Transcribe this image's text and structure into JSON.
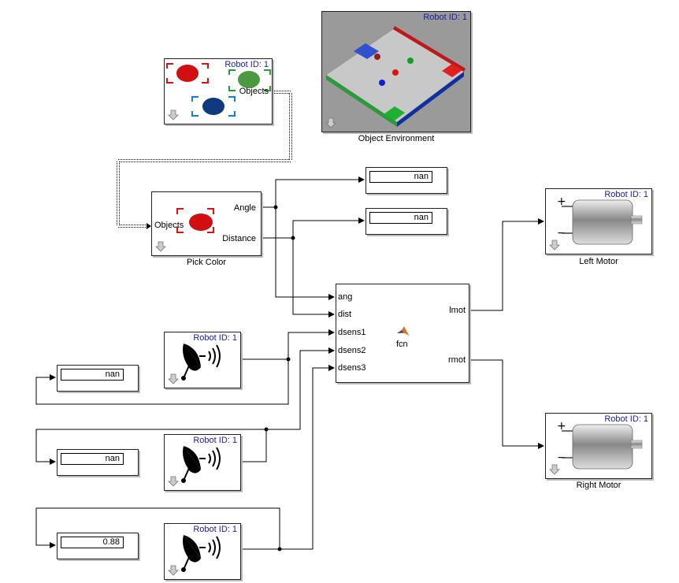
{
  "robot_id_label": "Robot ID: 1",
  "blocks": {
    "object_environment": {
      "caption": "Object Environment"
    },
    "objects_source": {
      "port_out": "Objects"
    },
    "pick_color": {
      "caption": "Pick Color",
      "port_in": "Objects",
      "port_angle": "Angle",
      "port_distance": "Distance"
    },
    "display_angle": {
      "value": "nan"
    },
    "display_distance": {
      "value": "nan"
    },
    "display_sensor1": {
      "value": "nan"
    },
    "display_sensor2": {
      "value": "nan"
    },
    "display_sensor3": {
      "value": "0.88"
    },
    "fcn": {
      "label": "fcn",
      "inputs": [
        "ang",
        "dist",
        "dsens1",
        "dsens2",
        "dsens3"
      ],
      "outputs": [
        "lmot",
        "rmot"
      ]
    },
    "left_motor": {
      "caption": "Left Motor"
    },
    "right_motor": {
      "caption": "Right Motor"
    }
  },
  "colors": {
    "robot_id": "#1a1aa8",
    "wire": "#000000",
    "red": "#e01010",
    "green": "#2a9a3a",
    "blue": "#1060c0"
  }
}
